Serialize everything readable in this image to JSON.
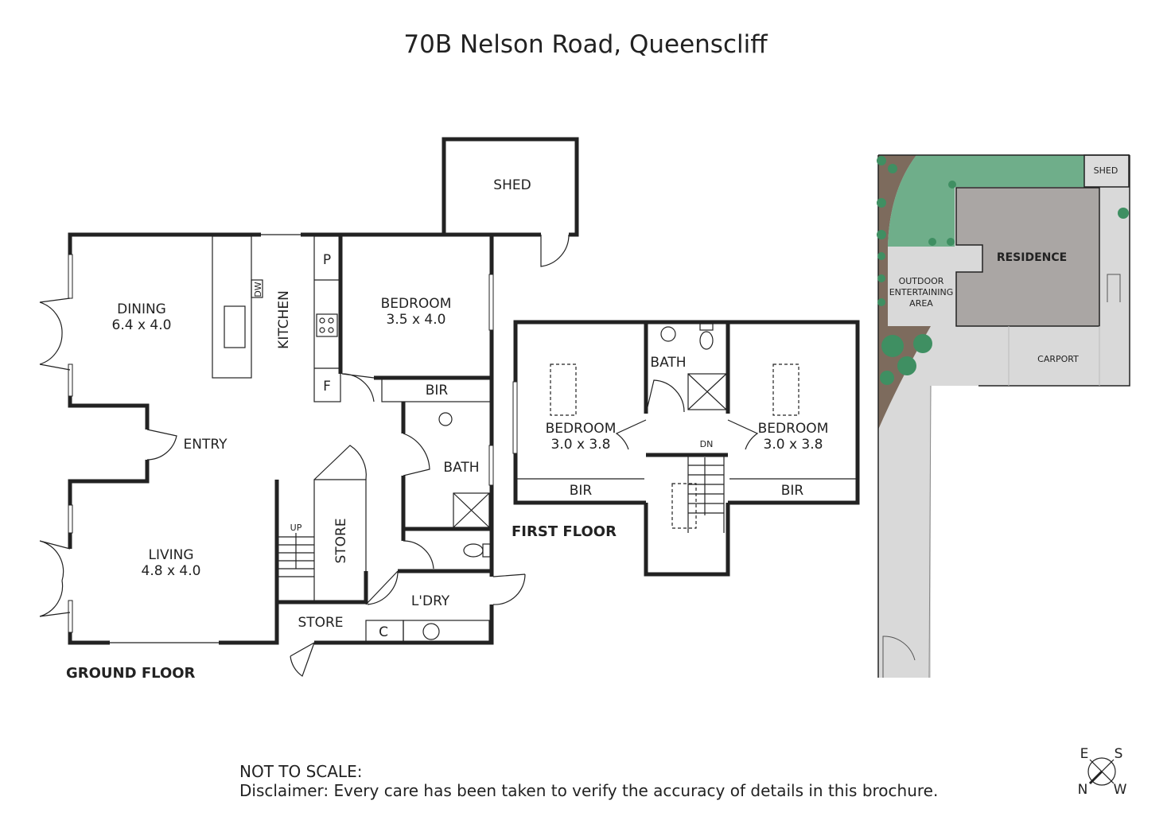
{
  "title": "70B Nelson Road, Queenscliff",
  "ground_floor": {
    "label": "GROUND FLOOR",
    "rooms": {
      "shed": "SHED",
      "dining": "DINING",
      "dining_size": "6.4 x 4.0",
      "kitchen": "KITCHEN",
      "dw": "DW",
      "pantry": "P",
      "fridge": "F",
      "bedroom": "BEDROOM",
      "bedroom_size": "3.5 x 4.0",
      "bir": "BIR",
      "entry": "ENTRY",
      "bath": "BATH",
      "living": "LIVING",
      "living_size": "4.8 x 4.0",
      "up": "UP",
      "store_v": "STORE",
      "store": "STORE",
      "cupboard": "C",
      "laundry": "L'DRY"
    }
  },
  "first_floor": {
    "label": "FIRST FLOOR",
    "rooms": {
      "bath": "BATH",
      "bedroom1": "BEDROOM",
      "bedroom1_size": "3.0 x 3.8",
      "bedroom2": "BEDROOM",
      "bedroom2_size": "3.0 x 3.8",
      "dn": "DN",
      "bir1": "BIR",
      "bir2": "BIR"
    }
  },
  "site_plan": {
    "shed": "SHED",
    "residence": "RESIDENCE",
    "outdoor": [
      "OUTDOOR",
      "ENTERTAINING",
      "AREA"
    ],
    "carport": "CARPORT",
    "colors": {
      "lawn": "#6fae8a",
      "paving": "#d9d9d9",
      "house": "#aaa6a4",
      "garden": "#7d6b5d",
      "tree": "#3f8f62"
    }
  },
  "compass": {
    "e": "E",
    "s": "S",
    "n": "N",
    "w": "W"
  },
  "disclaimer": {
    "line1": "NOT TO SCALE:",
    "line2": "Disclaimer: Every care has been taken to verify the accuracy of details in this brochure."
  }
}
